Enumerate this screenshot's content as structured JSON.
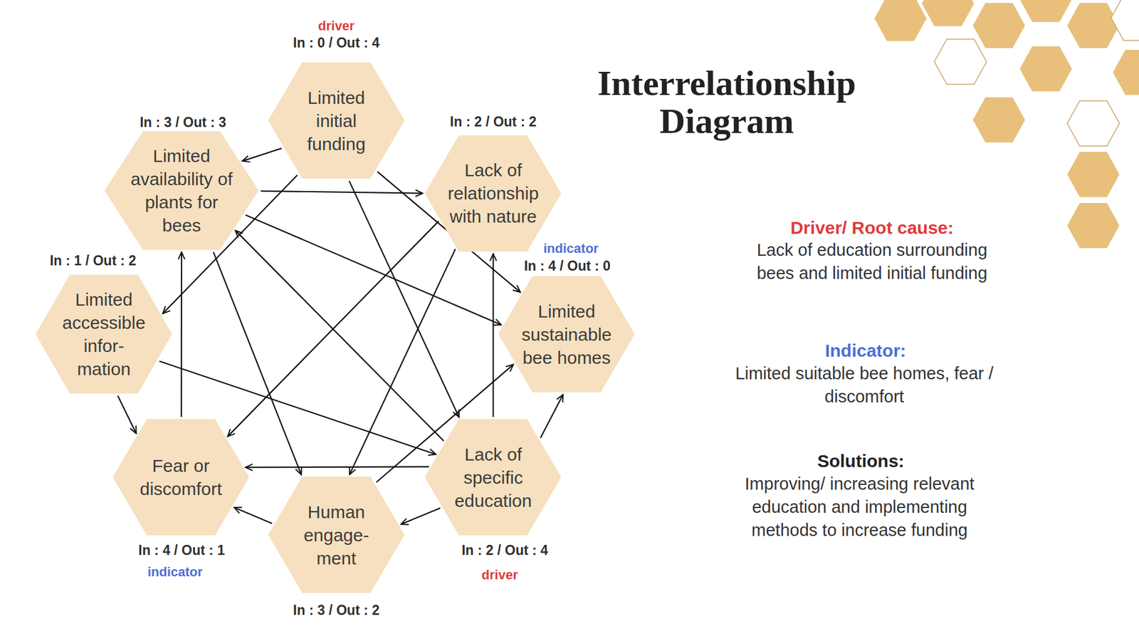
{
  "diagram": {
    "title": "Interrelationship Diagram",
    "nodes": [
      {
        "text": [
          "driver",
          "In : 0 / Out : 4",
          "Limited initial funding"
        ]
      },
      {
        "text": [
          "In : 3 / Out : 3",
          "Limited availability of plants for bees"
        ]
      },
      {
        "text": [
          "In : 2 / Out : 2",
          "Lack of relationship with nature"
        ]
      },
      {
        "text": [
          "In : 1 / Out : 2",
          "Limited accessible infor- mation"
        ]
      },
      {
        "text": [
          "indicator",
          "In : 4 / Out : 0",
          "Limited sustainable bee homes"
        ]
      },
      {
        "text": [
          "Fear or discomfort",
          "In : 4 / Out : 1",
          "indicator"
        ]
      },
      {
        "text": [
          "Lack of specific education",
          "In : 2 / Out : 4",
          "driver"
        ]
      },
      {
        "text": [
          "Human engage- ment",
          "In : 3 / Out : 2"
        ]
      }
    ],
    "edges": [
      {
        "from": 0,
        "to": 1,
        "arrow": "to"
      },
      {
        "from": 0,
        "to": 3,
        "arrow": "to"
      },
      {
        "from": 0,
        "to": 6,
        "arrow": "to"
      },
      {
        "from": 0,
        "to": 4,
        "arrow": "to"
      },
      {
        "from": 1,
        "to": 2,
        "arrow": "to"
      },
      {
        "from": 1,
        "to": 4,
        "arrow": "to"
      },
      {
        "from": 1,
        "to": 7,
        "arrow": "to"
      },
      {
        "from": 2,
        "to": 5,
        "arrow": "to"
      },
      {
        "from": 2,
        "to": 7,
        "arrow": "to"
      },
      {
        "from": 3,
        "to": 5,
        "arrow": "to"
      },
      {
        "from": 3,
        "to": 6,
        "arrow": "to"
      },
      {
        "from": 5,
        "to": 1,
        "arrow": "to"
      },
      {
        "from": 7,
        "to": 5,
        "arrow": "to"
      },
      {
        "from": 7,
        "to": 4,
        "arrow": "to"
      },
      {
        "from": 6,
        "to": 4,
        "arrow": "to"
      },
      {
        "from": 6,
        "to": 7,
        "arrow": "to"
      },
      {
        "from": 6,
        "to": 5,
        "arrow": "to"
      },
      {
        "from": 6,
        "to": 2,
        "arrow": "to"
      },
      {
        "from": 6,
        "to": 1,
        "arrow": "to"
      }
    ],
    "labels": [
      "Driver/ Root cause:",
      "Lack of education surrounding bees and limited initial funding",
      "Indicator:",
      "Limited suitable bee homes, fear / discomfort",
      "Solutions:",
      "Improving/ increasing relevant education and implementing methods to increase funding"
    ]
  }
}
